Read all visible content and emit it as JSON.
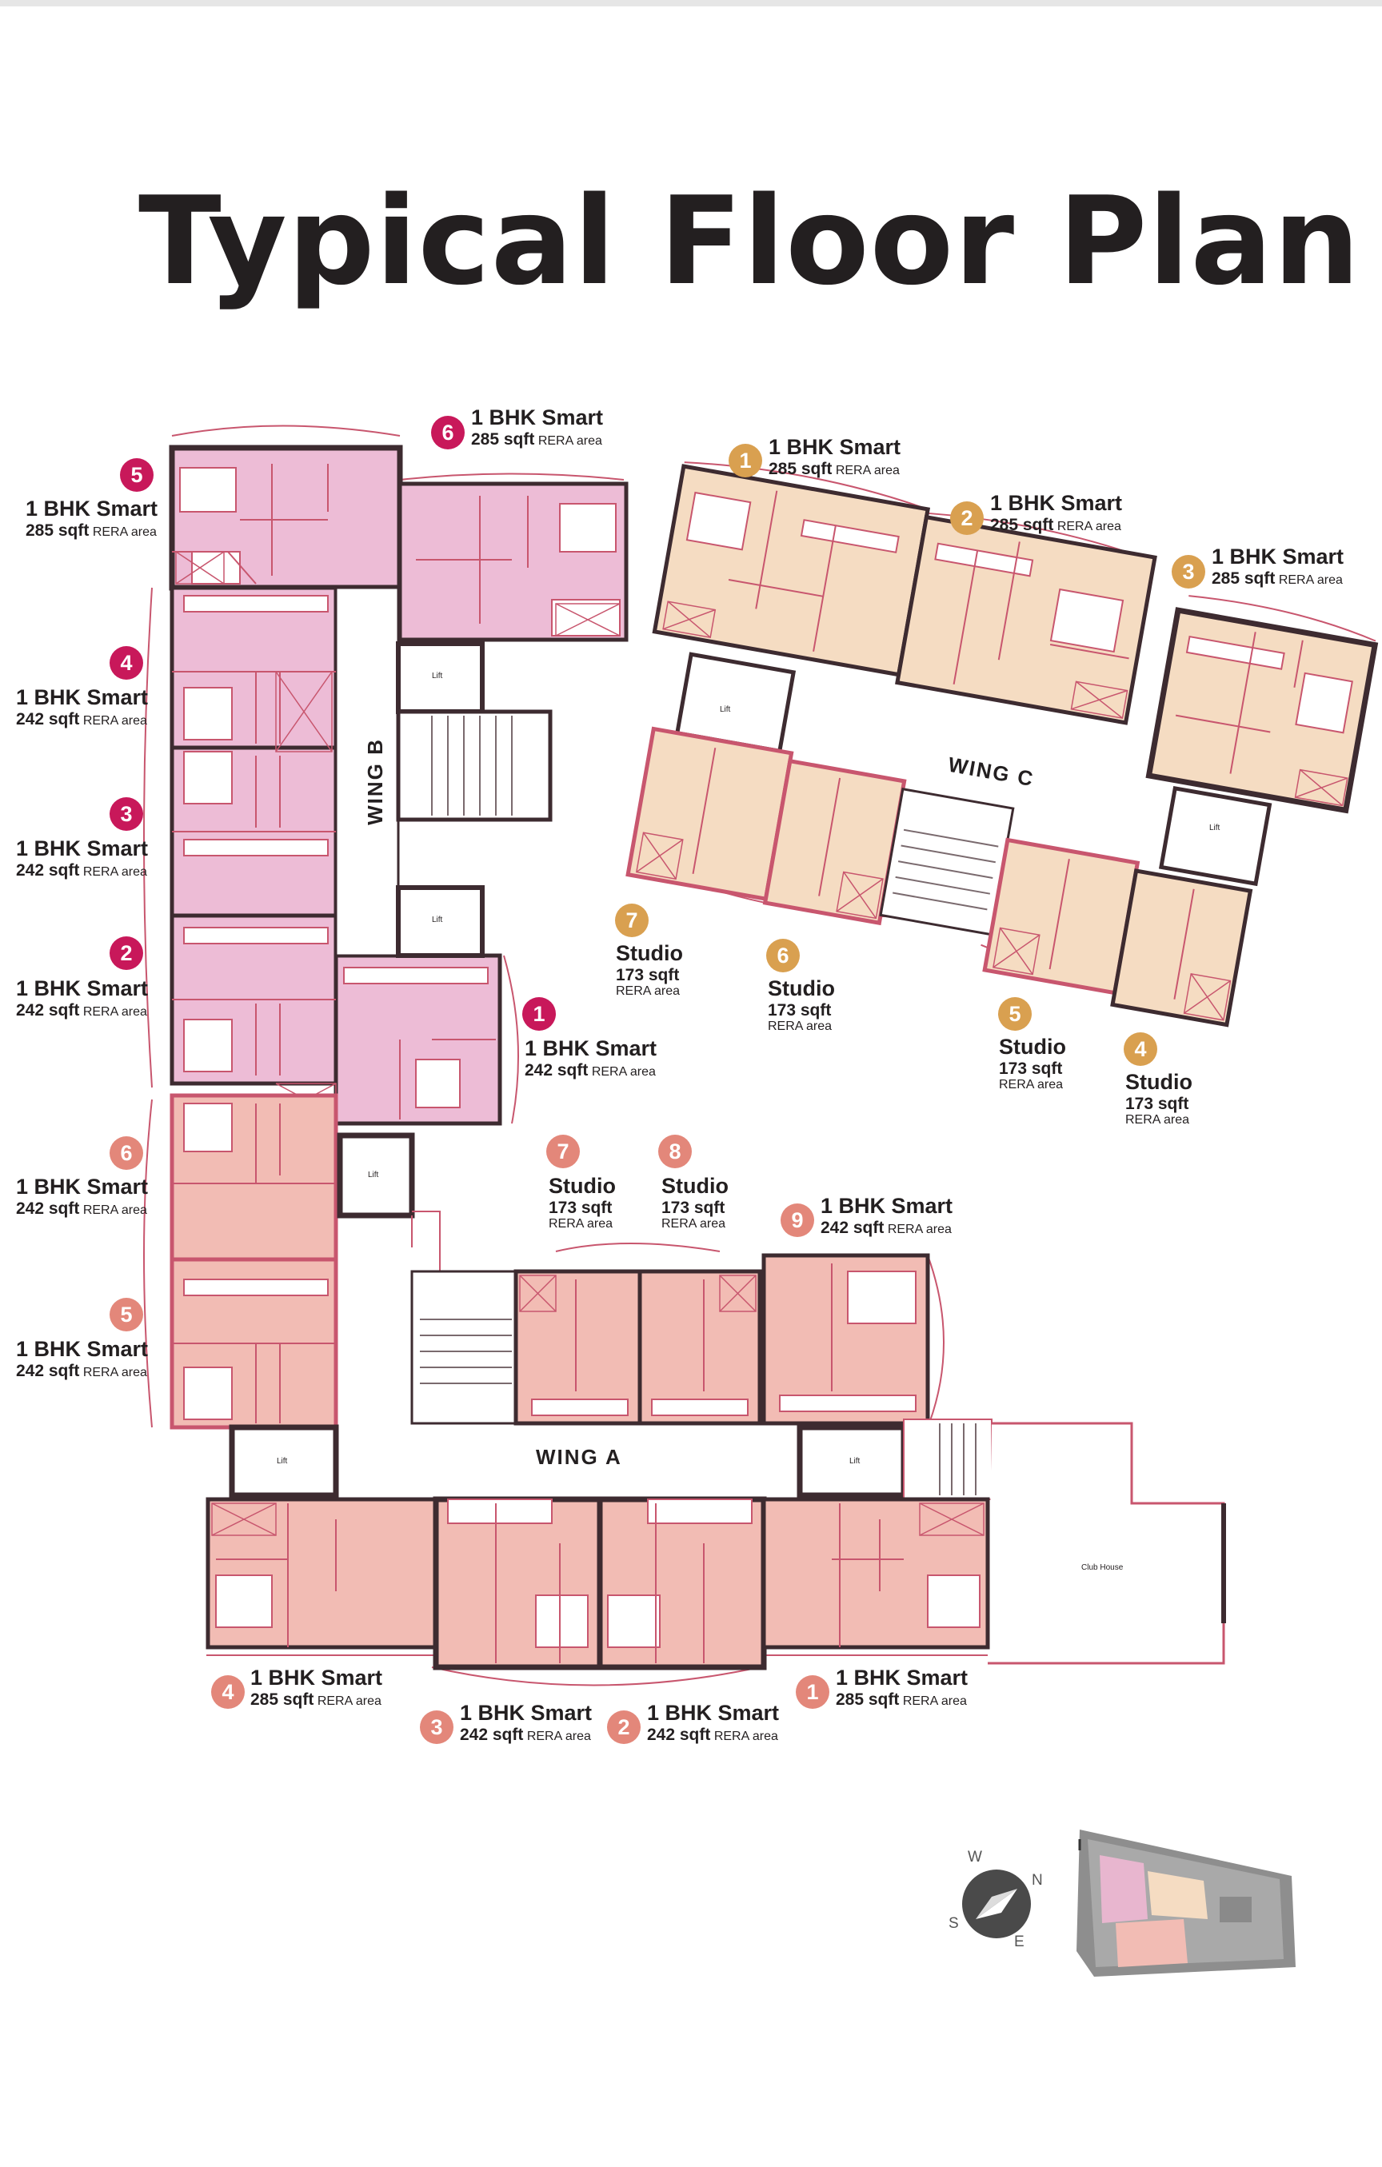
{
  "title": "Typical Floor Plan",
  "wings": {
    "a": "WING A",
    "b": "WING B",
    "c": "WING C"
  },
  "lift": "Lift",
  "club_house": "Club House",
  "compass": {
    "w": "W",
    "n": "N",
    "s": "S",
    "e": "E"
  },
  "rera": "RERA area",
  "units": {
    "b5": {
      "no": "5",
      "name": "1 BHK Smart",
      "area": "285 sqft"
    },
    "b6": {
      "no": "6",
      "name": "1 BHK Smart",
      "area": "285 sqft"
    },
    "b4": {
      "no": "4",
      "name": "1 BHK Smart",
      "area": "242 sqft"
    },
    "b3": {
      "no": "3",
      "name": "1 BHK Smart",
      "area": "242 sqft"
    },
    "b2": {
      "no": "2",
      "name": "1 BHK Smart",
      "area": "242 sqft"
    },
    "b1": {
      "no": "1",
      "name": "1 BHK Smart",
      "area": "242 sqft"
    },
    "c1": {
      "no": "1",
      "name": "1 BHK Smart",
      "area": "285 sqft"
    },
    "c2": {
      "no": "2",
      "name": "1 BHK Smart",
      "area": "285 sqft"
    },
    "c3": {
      "no": "3",
      "name": "1 BHK Smart",
      "area": "285 sqft"
    },
    "c7": {
      "no": "7",
      "name": "Studio",
      "area": "173 sqft"
    },
    "c6": {
      "no": "6",
      "name": "Studio",
      "area": "173 sqft"
    },
    "c5": {
      "no": "5",
      "name": "Studio",
      "area": "173 sqft"
    },
    "c4": {
      "no": "4",
      "name": "Studio",
      "area": "173 sqft"
    },
    "a6": {
      "no": "6",
      "name": "1 BHK Smart",
      "area": "242 sqft"
    },
    "a5": {
      "no": "5",
      "name": "1 BHK Smart",
      "area": "242 sqft"
    },
    "a7": {
      "no": "7",
      "name": "Studio",
      "area": "173 sqft"
    },
    "a8": {
      "no": "8",
      "name": "Studio",
      "area": "173 sqft"
    },
    "a9": {
      "no": "9",
      "name": "1 BHK Smart",
      "area": "242 sqft"
    },
    "a4": {
      "no": "4",
      "name": "1 BHK Smart",
      "area": "285 sqft"
    },
    "a3": {
      "no": "3",
      "name": "1 BHK Smart",
      "area": "242 sqft"
    },
    "a2": {
      "no": "2",
      "name": "1 BHK Smart",
      "area": "242 sqft"
    },
    "a1": {
      "no": "1",
      "name": "1 BHK Smart",
      "area": "285 sqft"
    }
  },
  "colors": {
    "wing_b_fill": "#edbcd6",
    "wing_c_fill": "#f5dcc2",
    "wing_a_fill": "#f2bcb4",
    "wall": "#3d2b30",
    "outline": "#c8566e",
    "badge_magenta": "#c8185a",
    "badge_gold": "#d9a050",
    "badge_salmon": "#e3877a"
  }
}
